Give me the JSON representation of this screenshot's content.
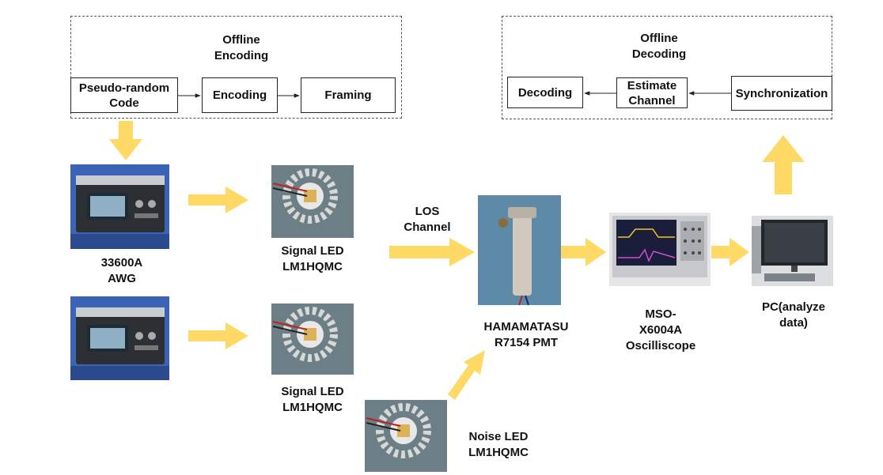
{
  "offline_encoding": {
    "title": "Offline\nEncoding",
    "steps": [
      "Pseudo-random\nCode",
      "Encoding",
      "Framing"
    ]
  },
  "offline_decoding": {
    "title": "Offline\nDecoding",
    "steps": [
      "Synchronization",
      "Estimate\nChannel",
      "Decoding"
    ]
  },
  "devices": {
    "awg": "33600A\nAWG",
    "signal_led_1": "Signal LED\nLM1HQMC",
    "signal_led_2": "Signal LED\nLM1HQMC",
    "noise_led": "Noise LED\nLM1HQMC",
    "channel": "LOS\nChannel",
    "pmt": "HAMAMATASU\nR7154 PMT",
    "oscilloscope": "MSO-\nX6004A\nOscilliscope",
    "pc": "PC(analyze\ndata)"
  },
  "colors": {
    "arrow": "#FFD966",
    "line": "#222222",
    "photo_bg": "#6d7f86",
    "instrument_blue": "#3b64b5"
  }
}
